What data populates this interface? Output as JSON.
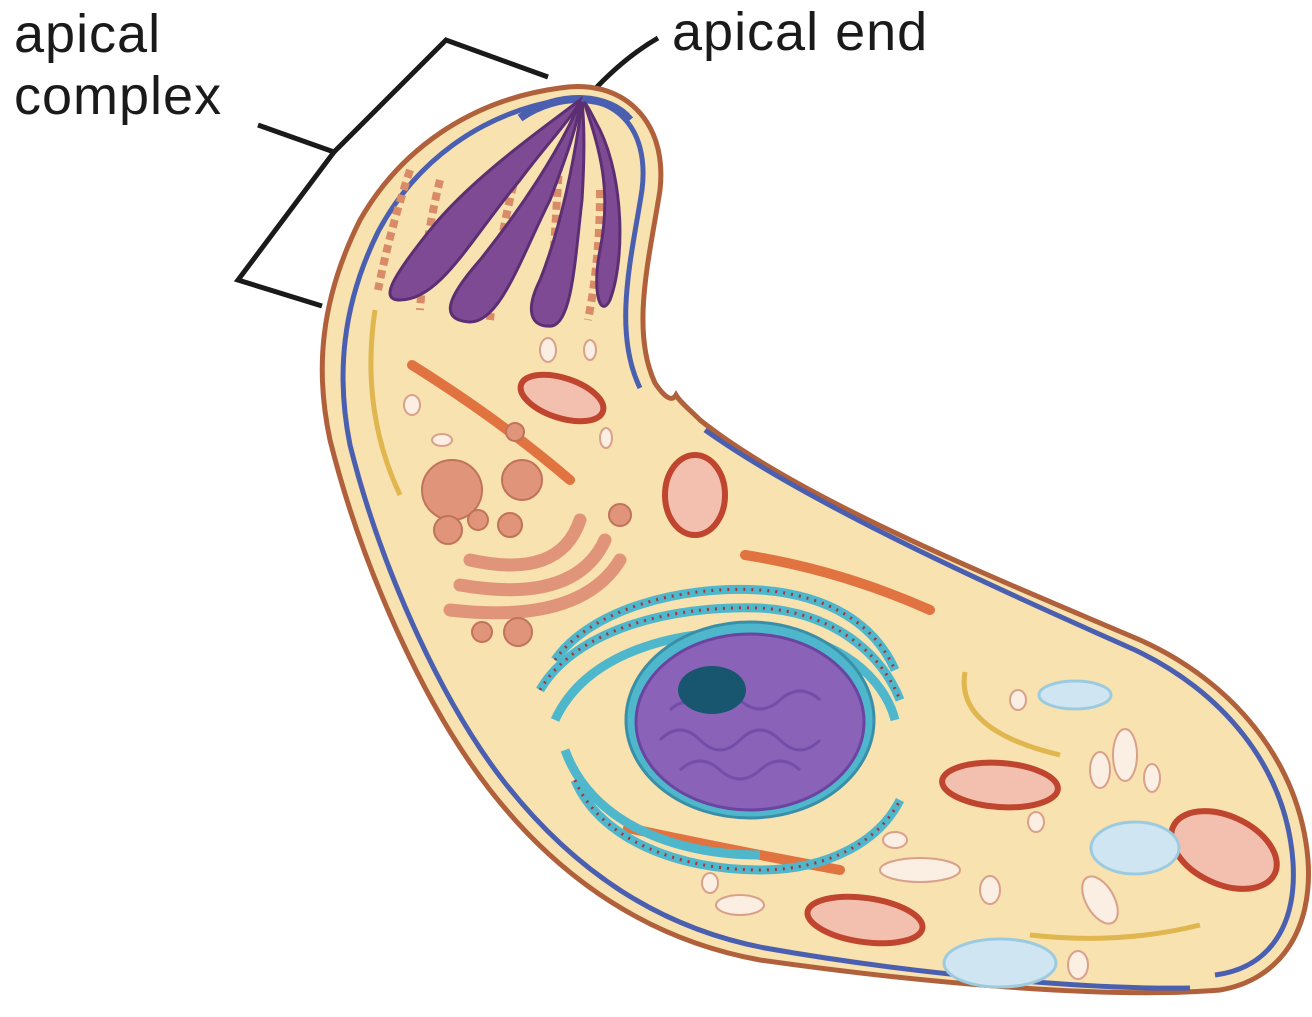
{
  "labels": {
    "apical_complex_line1": "apical",
    "apical_complex_line2": "complex",
    "apical_end": "apical end"
  },
  "colors": {
    "cytoplasm": "#f8e2b0",
    "outer_membrane": "#b0603a",
    "inner_membrane": "#4a5fb0",
    "rhoptry": "#7e4a94",
    "mitochondrion": "#c0452f",
    "nucleus": "#8a63b8",
    "nucleolus": "#17566e",
    "endoplasmic_reticulum": "#4fb7cc",
    "golgi": "#e0957a",
    "vacuole": "#cfe6f2",
    "leader_lines": "#1a1a1a"
  }
}
